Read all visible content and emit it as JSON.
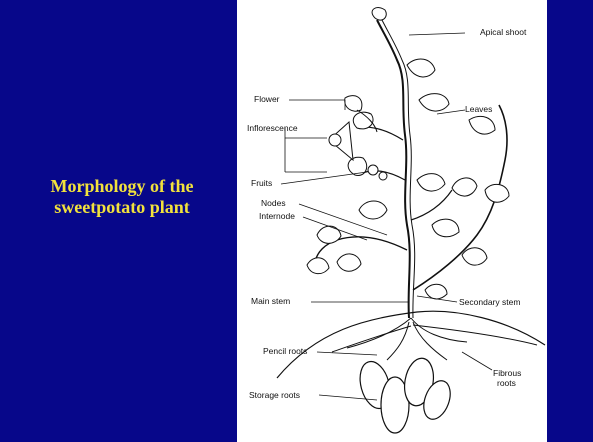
{
  "slide": {
    "title_line1": "Morphology of the",
    "title_line2": "sweetpotato plant",
    "background_color": "#07078a",
    "title_color": "#f2e23c",
    "panel_color": "#ffffff"
  },
  "diagram": {
    "labels": {
      "apical_shoot": "Apical shoot",
      "flower": "Flower",
      "inflorescence": "Inflorescence",
      "leaves": "Leaves",
      "fruits": "Fruits",
      "nodes": "Nodes",
      "internode": "Internode",
      "main_stem": "Main stem",
      "secondary_stem": "Secondary stem",
      "pencil_roots": "Pencil roots",
      "fibrous_roots_line1": "Fibrous",
      "fibrous_roots_line2": "roots",
      "storage_roots": "Storage roots"
    }
  }
}
